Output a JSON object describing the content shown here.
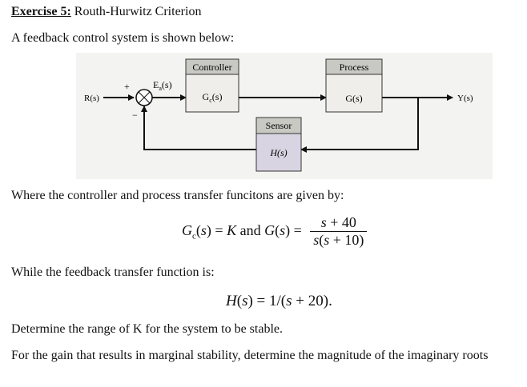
{
  "header": {
    "exercise_label": "Exercise 5:",
    "title": "Routh-Hurwitz Criterion"
  },
  "intro_text": "A feedback control system is shown below:",
  "diagram": {
    "input_label": "R(s)",
    "output_label": "Y(s)",
    "error_label": "Ea(s)",
    "plus_sign": "+",
    "minus_sign": "−",
    "controller_title": "Controller",
    "controller_tf": "Gc(s)",
    "process_title": "Process",
    "process_tf": "G(s)",
    "sensor_title": "Sensor",
    "sensor_tf": "H(s)",
    "colors": {
      "background": "#f3f4f1",
      "block_header": "#c9c9c4",
      "block_body": "#efeeea",
      "sensor_body": "#d8d4e2",
      "line": "#111111"
    }
  },
  "where_text": "Where the controller and process transfer funcitons are given by:",
  "eq1": {
    "lhs": "Gc(s) = K and G(s) =",
    "numerator": "s + 40",
    "denominator": "s(s + 10)"
  },
  "while_text": "While the feedback transfer function is:",
  "eq2": "H(s) = 1/(s + 20).",
  "task1": "Determine the range of K for the system to be stable.",
  "task2": "For the gain that results in marginal stability, determine the magnitude of the imaginary roots"
}
